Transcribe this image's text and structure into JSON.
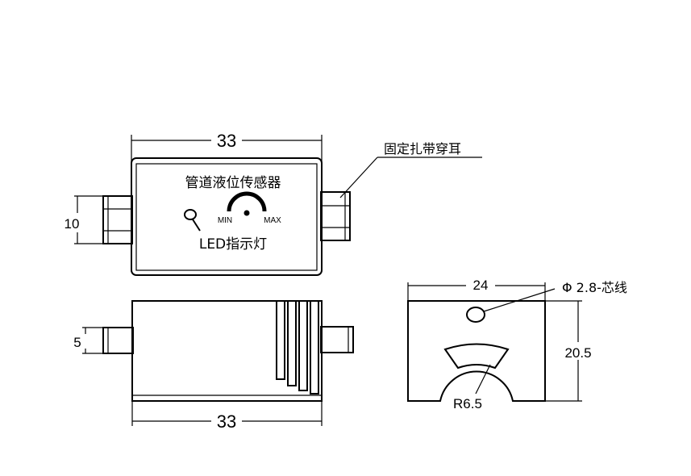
{
  "labels": {
    "top_width": "33",
    "bottom_width": "33",
    "height_left": "10",
    "tab_height": "5",
    "cable_tie_ear": "固定扎带穿耳",
    "sensor_title": "管道液位传感器",
    "knob_min": "MIN",
    "knob_max": "MAX",
    "led_indicator": "LED指示灯",
    "end_width": "24",
    "end_height": "20.5",
    "wire_hole": "Φ 2.8-芯线",
    "radius": "R6.5"
  }
}
